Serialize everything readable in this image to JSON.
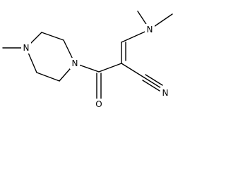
{
  "atoms": {
    "n_piperazine_methyl": "N",
    "n_piperazine_amide": "N",
    "n_dimethylamino": "N",
    "o_carbonyl": "O",
    "nitrile": "N"
  },
  "colors": {
    "bond": "#000000",
    "text": "#000000",
    "background": "#ffffff"
  }
}
